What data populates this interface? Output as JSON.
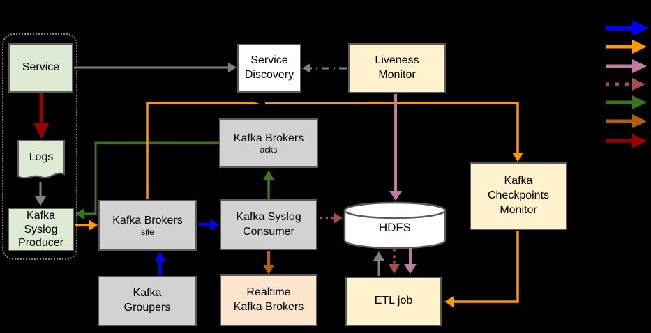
{
  "diagram": {
    "background_color": "#000000",
    "nodes": {
      "service": {
        "label": "Service"
      },
      "logs": {
        "label": "Logs"
      },
      "kafka_syslog_producer": {
        "label": "Kafka\nSyslog\nProducer"
      },
      "service_discovery": {
        "label": "Service\nDiscovery"
      },
      "liveness_monitor": {
        "label": "Liveness\nMonitor"
      },
      "kafka_brokers_acks": {
        "label": "Kafka Brokers",
        "sublabel": "acks"
      },
      "kafka_brokers_site": {
        "label": "Kafka Brokers",
        "sublabel": "site"
      },
      "kafka_syslog_consumer": {
        "label": "Kafka Syslog\nConsumer"
      },
      "hdfs": {
        "label": "HDFS"
      },
      "kafka_checkpoints_monitor": {
        "label": "Kafka\nCheckpoints\nMonitor"
      },
      "kafka_groupers": {
        "label": "Kafka\nGroupers"
      },
      "realtime_kafka_brokers": {
        "label": "Realtime\nKafka Brokers"
      },
      "etl_job": {
        "label": "ETL job"
      }
    },
    "colors": {
      "node_green": "#ddebd5",
      "node_gray": "#d2d2d2",
      "node_cream": "#fff2cc",
      "node_peach": "#fce5cd",
      "node_white": "#ffffff",
      "edge_blue": "#0000ff",
      "edge_orange": "#ff9900",
      "edge_plum": "#c27ba0",
      "edge_brick": "#a64d4d",
      "edge_green": "#38761d",
      "edge_dark_orange": "#b45f06",
      "edge_dark_red": "#990000",
      "edge_gray": "#808080",
      "edge_black": "#000000"
    },
    "edges": [
      {
        "from": "Service",
        "to": "Logs",
        "color": "#990000",
        "style": "solid"
      },
      {
        "from": "Logs",
        "to": "Kafka Syslog Producer",
        "color": "#808080",
        "style": "solid"
      },
      {
        "from": "Service",
        "to": "Service Discovery",
        "color": "#808080",
        "style": "solid"
      },
      {
        "from": "Liveness Monitor",
        "to": "Service Discovery",
        "color": "#808080",
        "style": "dash-dot"
      },
      {
        "from": "Kafka Syslog Producer",
        "to": "Kafka Brokers site",
        "color": "#ff9900",
        "style": "solid"
      },
      {
        "from": "Kafka Brokers acks",
        "to": "Kafka Syslog Producer",
        "color": "#38761d",
        "style": "solid"
      },
      {
        "from": "Kafka Syslog Consumer",
        "to": "Kafka Brokers acks",
        "color": "#38761d",
        "style": "solid"
      },
      {
        "from": "Kafka Brokers site",
        "to": "Kafka Syslog Consumer",
        "color": "#0000ff",
        "style": "solid"
      },
      {
        "from": "Kafka Groupers",
        "to": "Kafka Brokers site",
        "color": "#0000ff",
        "style": "solid"
      },
      {
        "from": "Kafka Brokers site",
        "to": "Kafka Checkpoints Monitor",
        "color": "#ff9900",
        "style": "solid"
      },
      {
        "from": "Kafka Checkpoints Monitor",
        "to": "ETL job",
        "color": "#ff9900",
        "style": "solid"
      },
      {
        "from": "Kafka Syslog Consumer",
        "to": "HDFS",
        "color": "#a64d4d",
        "style": "dotted"
      },
      {
        "from": "Kafka Syslog Consumer",
        "to": "Realtime Kafka Brokers",
        "color": "#b45f06",
        "style": "solid"
      },
      {
        "from": "Liveness Monitor",
        "to": "HDFS",
        "color": "#c27ba0",
        "style": "solid"
      },
      {
        "from": "ETL job",
        "to": "HDFS",
        "color": "#808080",
        "style": "solid"
      },
      {
        "from": "HDFS",
        "to": "ETL job",
        "color": "#a64d4d",
        "style": "dotted"
      },
      {
        "from": "HDFS",
        "to": "ETL job",
        "color": "#c27ba0",
        "style": "solid"
      },
      {
        "from": "(hidden black line)",
        "to": "Service Discovery area",
        "color": "#000000",
        "style": "solid"
      }
    ],
    "legend": {
      "arrow_colors": [
        "#0000ff",
        "#ff9900",
        "#c27ba0",
        "#a64d4d",
        "#38761d",
        "#b45f06",
        "#990000"
      ],
      "dotted_index": 3
    }
  }
}
